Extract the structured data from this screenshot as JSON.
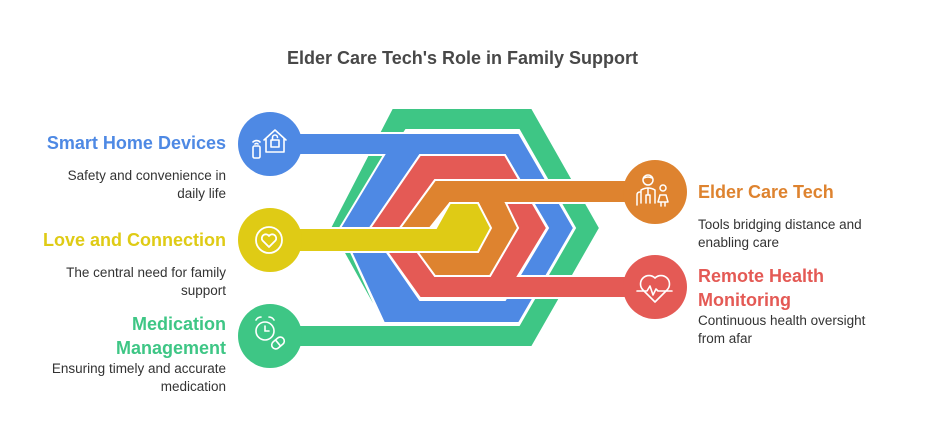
{
  "title": "Elder Care Tech's Role in Family Support",
  "colors": {
    "green": "#3EC685",
    "blue": "#4E89E4",
    "red": "#E45A55",
    "orange": "#DE832F",
    "yellow": "#DFCB15",
    "title_text": "#484848",
    "desc_text": "#333333"
  },
  "items": [
    {
      "id": "smart-home-devices",
      "label": "Smart Home Devices",
      "description": "Safety and convenience in daily life",
      "desc_lines": [
        "Safety and convenience in",
        "daily life"
      ],
      "color": "#4E89E4",
      "icon": "smart-home-lock-icon",
      "side": "left"
    },
    {
      "id": "love-and-connection",
      "label": "Love and Connection",
      "description": "The central need for family support",
      "desc_lines": [
        "The central need for family",
        "support"
      ],
      "color": "#DFCB15",
      "icon": "heart-icon",
      "side": "left"
    },
    {
      "id": "medication-management",
      "label": "Medication Management",
      "label_lines": [
        "Medication",
        "Management"
      ],
      "description": "Ensuring timely and accurate medication",
      "desc_lines": [
        "Ensuring timely and accurate",
        "medication"
      ],
      "color": "#3EC685",
      "icon": "alarm-clock-pill-icon",
      "side": "left"
    },
    {
      "id": "elder-care-tech",
      "label": "Elder Care Tech",
      "description": "Tools bridging distance and enabling care",
      "desc_lines": [
        "Tools bridging distance and",
        "enabling care"
      ],
      "color": "#DE832F",
      "icon": "elder-and-child-icon",
      "side": "right"
    },
    {
      "id": "remote-health-monitoring",
      "label": "Remote Health Monitoring",
      "label_lines": [
        "Remote Health",
        "Monitoring"
      ],
      "description": "Continuous health oversight from afar",
      "desc_lines": [
        "Continuous health oversight",
        "from afar"
      ],
      "color": "#E45A55",
      "icon": "heart-pulse-icon",
      "side": "right"
    }
  ]
}
